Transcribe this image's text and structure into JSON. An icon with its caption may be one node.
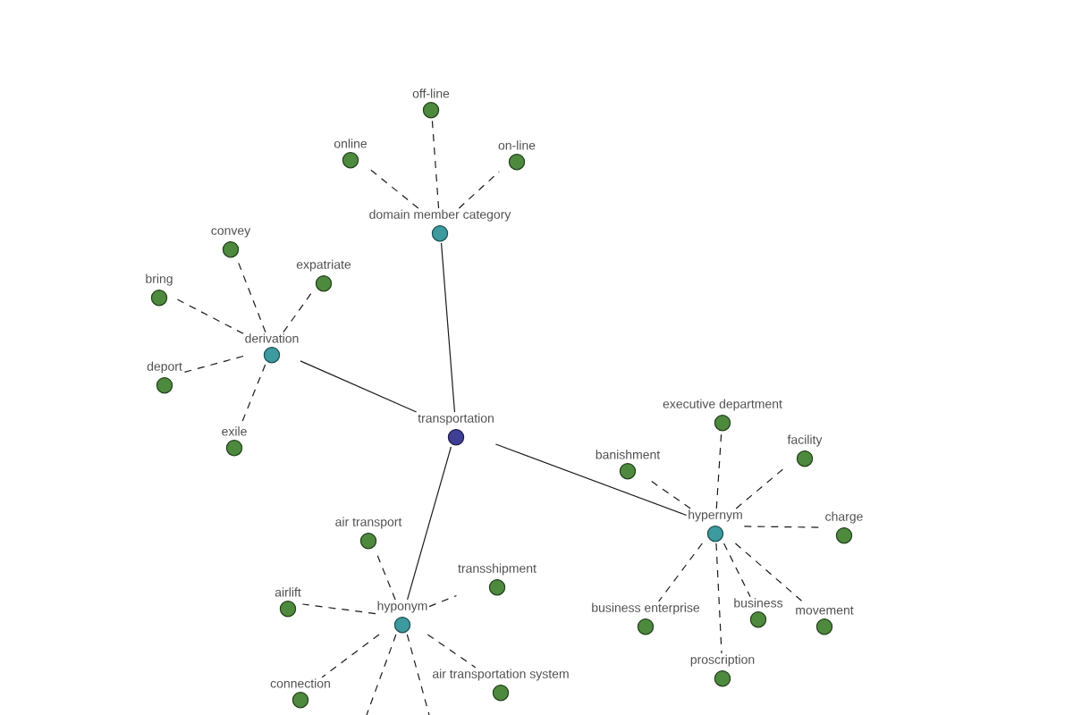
{
  "diagram": {
    "nodes": [
      {
        "text": [
          "off-line"
        ]
      },
      {
        "text": [
          "online"
        ]
      },
      {
        "text": [
          "on-line"
        ]
      },
      {
        "text": [
          "domain member category"
        ]
      },
      {
        "text": [
          "convey"
        ]
      },
      {
        "text": [
          "expatriate"
        ]
      },
      {
        "text": [
          "bring"
        ]
      },
      {
        "text": [
          "derivation"
        ]
      },
      {
        "text": [
          "deport"
        ]
      },
      {
        "text": [
          "executive department"
        ]
      },
      {
        "text": [
          "transportation"
        ]
      },
      {
        "text": [
          "exile"
        ]
      },
      {
        "text": [
          "facility"
        ]
      },
      {
        "text": [
          "banishment"
        ]
      },
      {
        "text": [
          "hypernym"
        ]
      },
      {
        "text": [
          "charge"
        ]
      },
      {
        "text": [
          "air transport"
        ]
      },
      {
        "text": [
          "transshipment"
        ]
      },
      {
        "text": [
          "business"
        ]
      },
      {
        "text": [
          "airlift"
        ]
      },
      {
        "text": [
          "hyponym"
        ]
      },
      {
        "text": [
          "business enterprise"
        ]
      },
      {
        "text": [
          "movement"
        ]
      },
      {
        "text": [
          "proscription"
        ]
      },
      {
        "text": [
          "air transportation system"
        ]
      },
      {
        "text": [
          "connection"
        ]
      }
    ],
    "edges": [
      {
        "from": 10,
        "to": 3,
        "arrow": "none"
      },
      {
        "from": 10,
        "to": 7,
        "arrow": "none"
      },
      {
        "from": 10,
        "to": 14,
        "arrow": "none"
      },
      {
        "from": 10,
        "to": 20,
        "arrow": "none"
      },
      {
        "from": 3,
        "to": 0,
        "arrow": "none",
        "style": "dashed"
      },
      {
        "from": 3,
        "to": 1,
        "arrow": "none",
        "style": "dashed"
      },
      {
        "from": 3,
        "to": 2,
        "arrow": "none",
        "style": "dashed"
      },
      {
        "from": 7,
        "to": 4,
        "arrow": "none",
        "style": "dashed"
      },
      {
        "from": 7,
        "to": 5,
        "arrow": "none",
        "style": "dashed"
      },
      {
        "from": 7,
        "to": 6,
        "arrow": "none",
        "style": "dashed"
      },
      {
        "from": 7,
        "to": 8,
        "arrow": "none",
        "style": "dashed"
      },
      {
        "from": 7,
        "to": 11,
        "arrow": "none",
        "style": "dashed"
      },
      {
        "from": 14,
        "to": 9,
        "arrow": "none",
        "style": "dashed"
      },
      {
        "from": 14,
        "to": 12,
        "arrow": "none",
        "style": "dashed"
      },
      {
        "from": 14,
        "to": 13,
        "arrow": "none",
        "style": "dashed"
      },
      {
        "from": 14,
        "to": 15,
        "arrow": "none",
        "style": "dashed"
      },
      {
        "from": 14,
        "to": 18,
        "arrow": "none",
        "style": "dashed"
      },
      {
        "from": 14,
        "to": 21,
        "arrow": "none",
        "style": "dashed"
      },
      {
        "from": 14,
        "to": 22,
        "arrow": "none",
        "style": "dashed"
      },
      {
        "from": 14,
        "to": 23,
        "arrow": "none",
        "style": "dashed"
      },
      {
        "from": 20,
        "to": 16,
        "arrow": "none",
        "style": "dashed"
      },
      {
        "from": 20,
        "to": 17,
        "arrow": "none",
        "style": "dashed"
      },
      {
        "from": 20,
        "to": 19,
        "arrow": "none",
        "style": "dashed"
      },
      {
        "from": 20,
        "to": 24,
        "arrow": "none",
        "style": "dashed"
      },
      {
        "from": 20,
        "to": 25,
        "arrow": "none",
        "style": "dashed"
      },
      {
        "from": 20,
        "to": null,
        "arrow": "none",
        "style": "dashed"
      },
      {
        "from": 20,
        "to": null,
        "arrow": "none",
        "style": "dashed"
      }
    ]
  }
}
